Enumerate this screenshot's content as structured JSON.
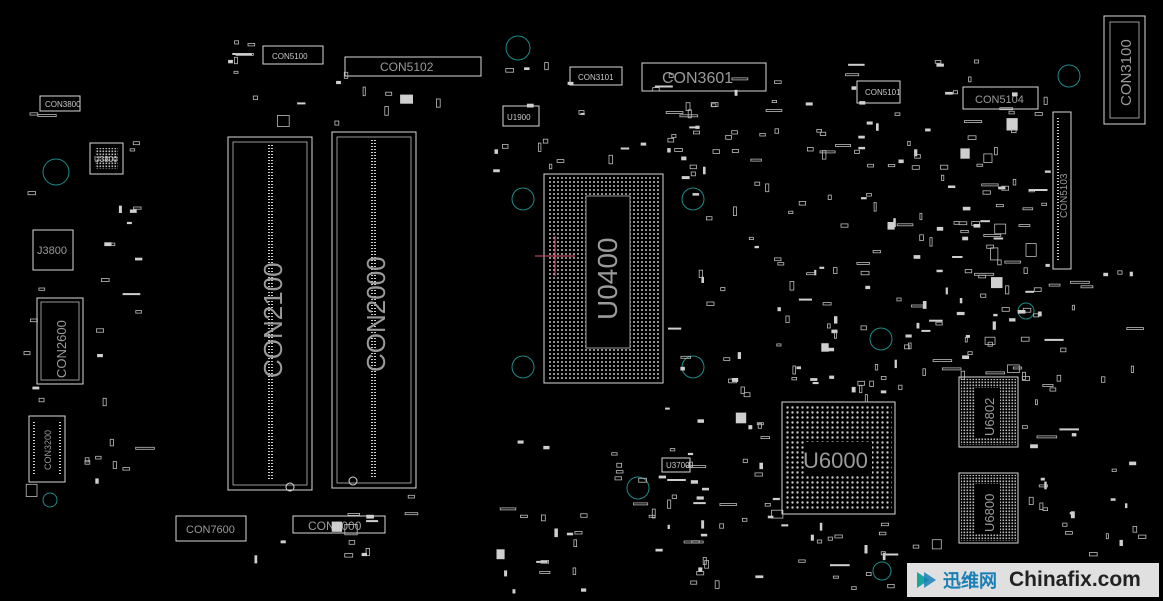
{
  "labels": {
    "con5100": "CON5100",
    "con5102": "CON5102",
    "con3101": "CON3101",
    "con3601": "CON3601",
    "con5101": "CON5101",
    "con5104": "CON5104",
    "con3100": "CON3100",
    "con5103": "CON5103",
    "con3800": "CON3800",
    "u3800": "U3800",
    "j3800": "J3800",
    "con2600": "CON2600",
    "con3200": "CON3200",
    "con2100": "CON2100",
    "con2000": "CON2000",
    "u1900": "U1900",
    "u0400": "U0400",
    "u6000": "U6000",
    "u6802": "U6802",
    "u6800": "U6800",
    "u3700": "U3700",
    "con7600": "CON7600",
    "con3000": "CON3000"
  },
  "watermark": {
    "cn": "迅维网",
    "en": "Chinafix.com"
  },
  "colors": {
    "background": "#000000",
    "outline": "#d8d8d8",
    "label": "#9a9a9a",
    "via": "#1e8a8a"
  }
}
